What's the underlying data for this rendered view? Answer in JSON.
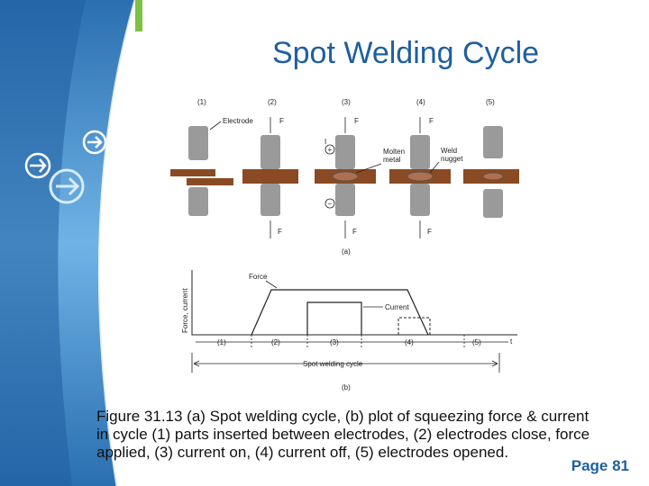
{
  "slide": {
    "title": "Spot Welding Cycle",
    "caption": "Figure 31.13  (a) Spot welding cycle, (b) plot of squeezing force & current in cycle (1) parts inserted between electrodes, (2) electrodes close, force applied, (3) current on, (4) current off, (5) electrodes opened.",
    "page_number": "Page 81",
    "accent_color": "#1f5fa0"
  },
  "figure_a": {
    "step_labels": [
      "(1)",
      "(2)",
      "(3)",
      "(4)",
      "(5)"
    ],
    "electrode_label": "Electrode",
    "force_label": "F",
    "molten_label_1": "Molten",
    "molten_label_2": "metal",
    "nugget_label_1": "Weld",
    "nugget_label_2": "nugget",
    "current_label": "I",
    "plus": "+",
    "minus": "−",
    "part_label": "(a)"
  },
  "figure_b": {
    "force_label": "Force",
    "current_label": "Current",
    "y_axis_label": "Force, current",
    "time_label": "t",
    "interval_labels": [
      "(1)",
      "(2)",
      "(3)",
      "(4)",
      "(5)"
    ],
    "cycle_label": "Spot welding cycle",
    "part_label": "(b)"
  }
}
